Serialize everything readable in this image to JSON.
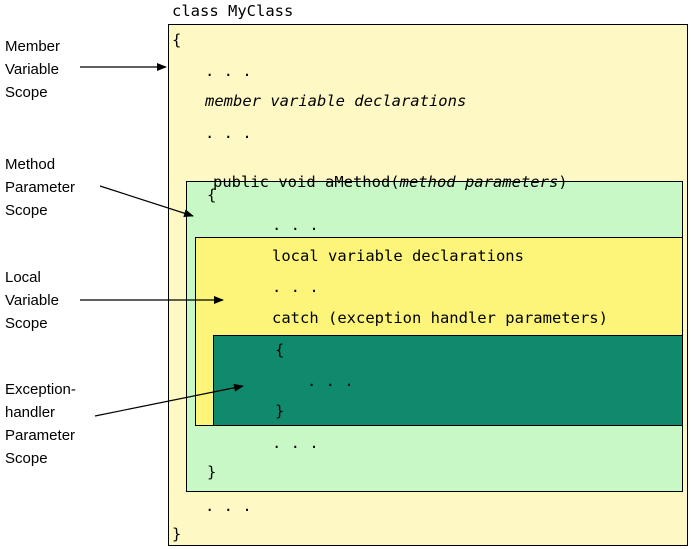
{
  "title": "class MyClass",
  "labels": {
    "member_scope": "Member\nVariable\nScope",
    "method_scope": "Method\nParameter\nScope",
    "local_scope": "Local\nVariable\nScope",
    "handler_scope": "Exception-\nhandler\nParameter\nScope"
  },
  "code": {
    "class_open": "{",
    "ellipsis": ". . .",
    "member_decl": "member variable declarations",
    "method_sig_prefix": "public void aMethod(",
    "method_params": "method parameters",
    "method_sig_suffix": ")",
    "method_open": "{",
    "local_decl": "local variable declarations",
    "catch_line": "catch (exception handler parameters)",
    "catch_open": "{",
    "catch_close": "}",
    "method_close": "}",
    "class_close": "}"
  },
  "colors": {
    "class_scope": "#fdf8c4",
    "method_scope": "#c8f8c6",
    "local_scope": "#fdf57a",
    "handler_scope": "#0f8a6c"
  }
}
